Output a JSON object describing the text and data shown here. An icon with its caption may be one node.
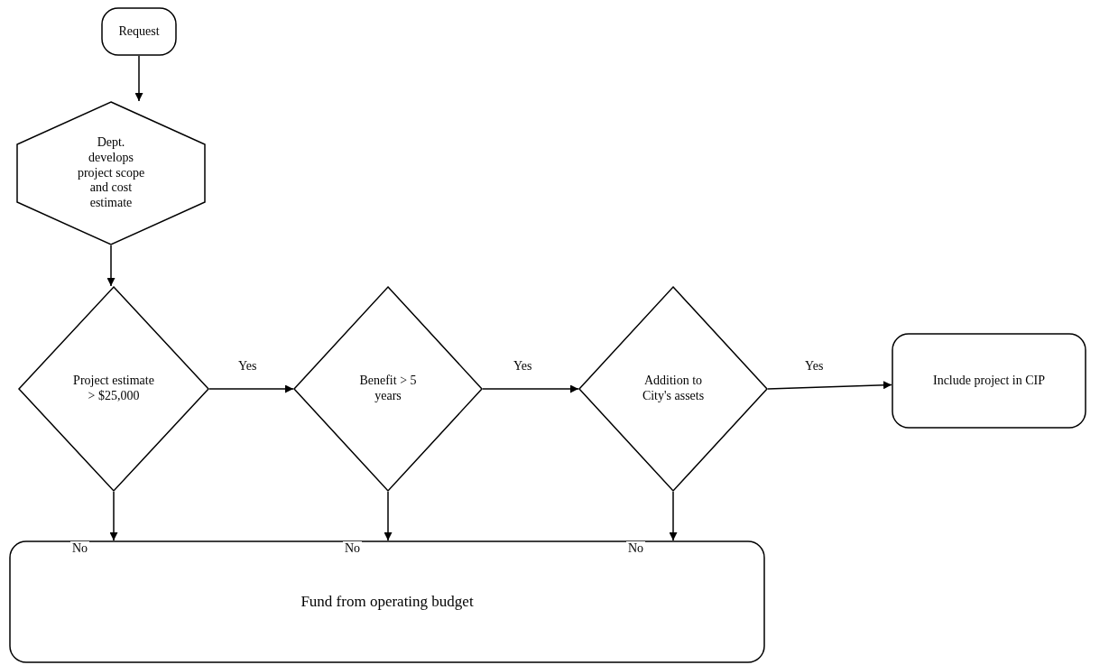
{
  "diagram": {
    "nodes": [
      {
        "text": [
          "Request"
        ]
      },
      {
        "text": [
          "Dept. develops project scope and cost estimate"
        ]
      },
      {
        "text": [
          "Project estimate > $25,000"
        ]
      },
      {
        "text": [
          "Benefit > 5 years"
        ]
      },
      {
        "text": [
          "Addition to City's assets"
        ]
      },
      {
        "text": [
          "Include project in CIP"
        ]
      },
      {
        "text": [
          "Fund from operating budget"
        ]
      }
    ],
    "edges": [
      {
        "from": 0,
        "to": 1,
        "arrow": "to"
      },
      {
        "from": 1,
        "to": 2,
        "arrow": "to"
      },
      {
        "from": 2,
        "to": 3,
        "arrow": "to",
        "label": "Yes"
      },
      {
        "from": 3,
        "to": 4,
        "arrow": "to",
        "label": "Yes"
      },
      {
        "from": 4,
        "to": 5,
        "arrow": "to",
        "label": "Yes"
      },
      {
        "from": 2,
        "to": 6,
        "arrow": "to",
        "label": "No"
      },
      {
        "from": 3,
        "to": 6,
        "arrow": "to",
        "label": "No"
      },
      {
        "from": 4,
        "to": 6,
        "arrow": "to",
        "label": "No"
      }
    ]
  }
}
